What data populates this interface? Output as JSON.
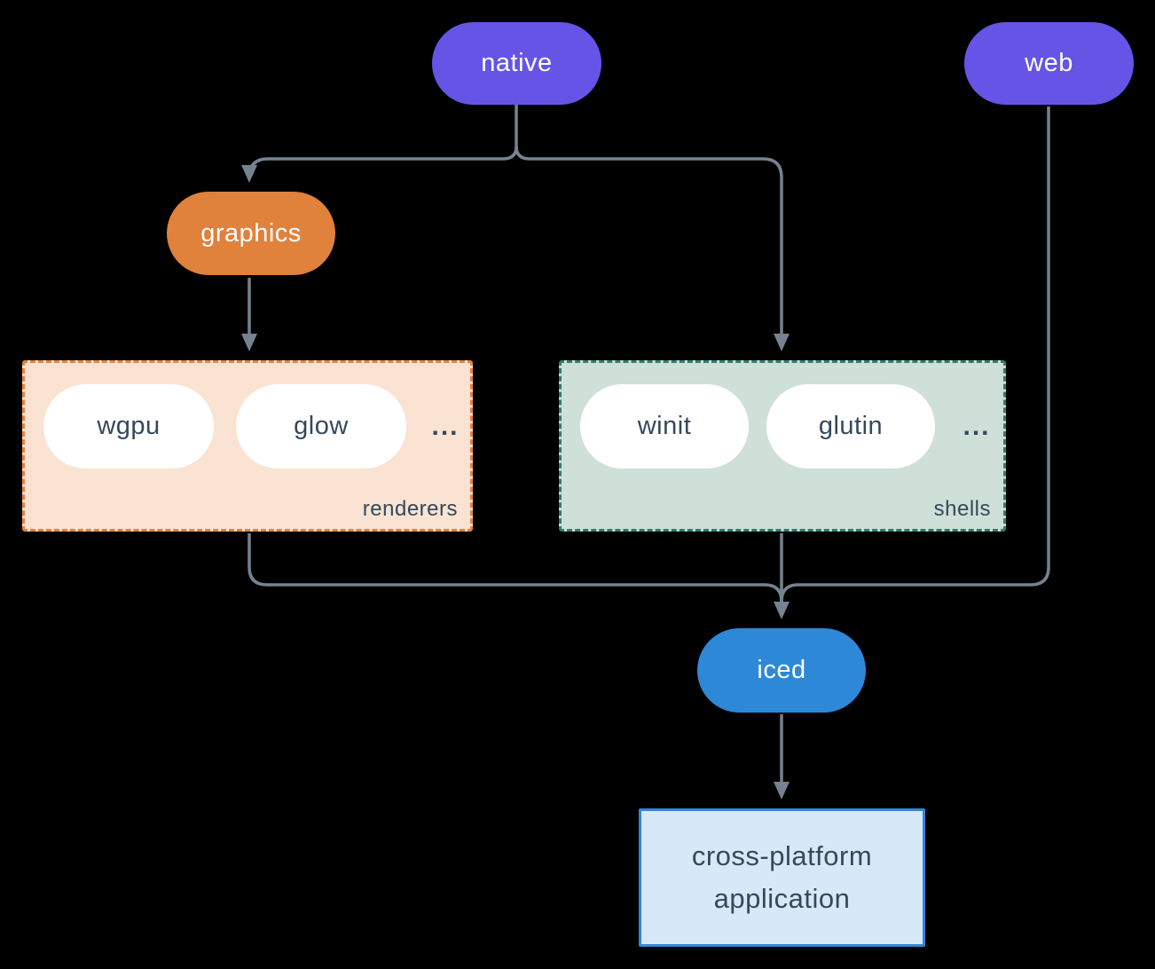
{
  "diagram": {
    "nodes": {
      "native": "native",
      "web": "web",
      "graphics": "graphics",
      "iced": "iced",
      "application": "cross-platform application"
    },
    "groups": {
      "renderers": {
        "label": "renderers",
        "items": [
          "wgpu",
          "glow"
        ],
        "more": "..."
      },
      "shells": {
        "label": "shells",
        "items": [
          "winit",
          "glutin"
        ],
        "more": "..."
      }
    },
    "colors": {
      "background": "#000000",
      "native_pill": "#6554e6",
      "web_pill": "#6554e6",
      "graphics_pill": "#e0813c",
      "iced_pill": "#2d88d8",
      "renderers_box_bg": "#fae3d3",
      "renderers_box_border": "#e2823f",
      "shells_box_bg": "#cfe0d9",
      "shells_box_border": "#2f7e6e",
      "item_pill_bg": "#ffffff",
      "dark_text": "#36485a",
      "light_text": "#ffffff",
      "app_box_bg": "#d7e8f8",
      "app_box_border": "#3187d7",
      "connector": "#76828f"
    }
  }
}
